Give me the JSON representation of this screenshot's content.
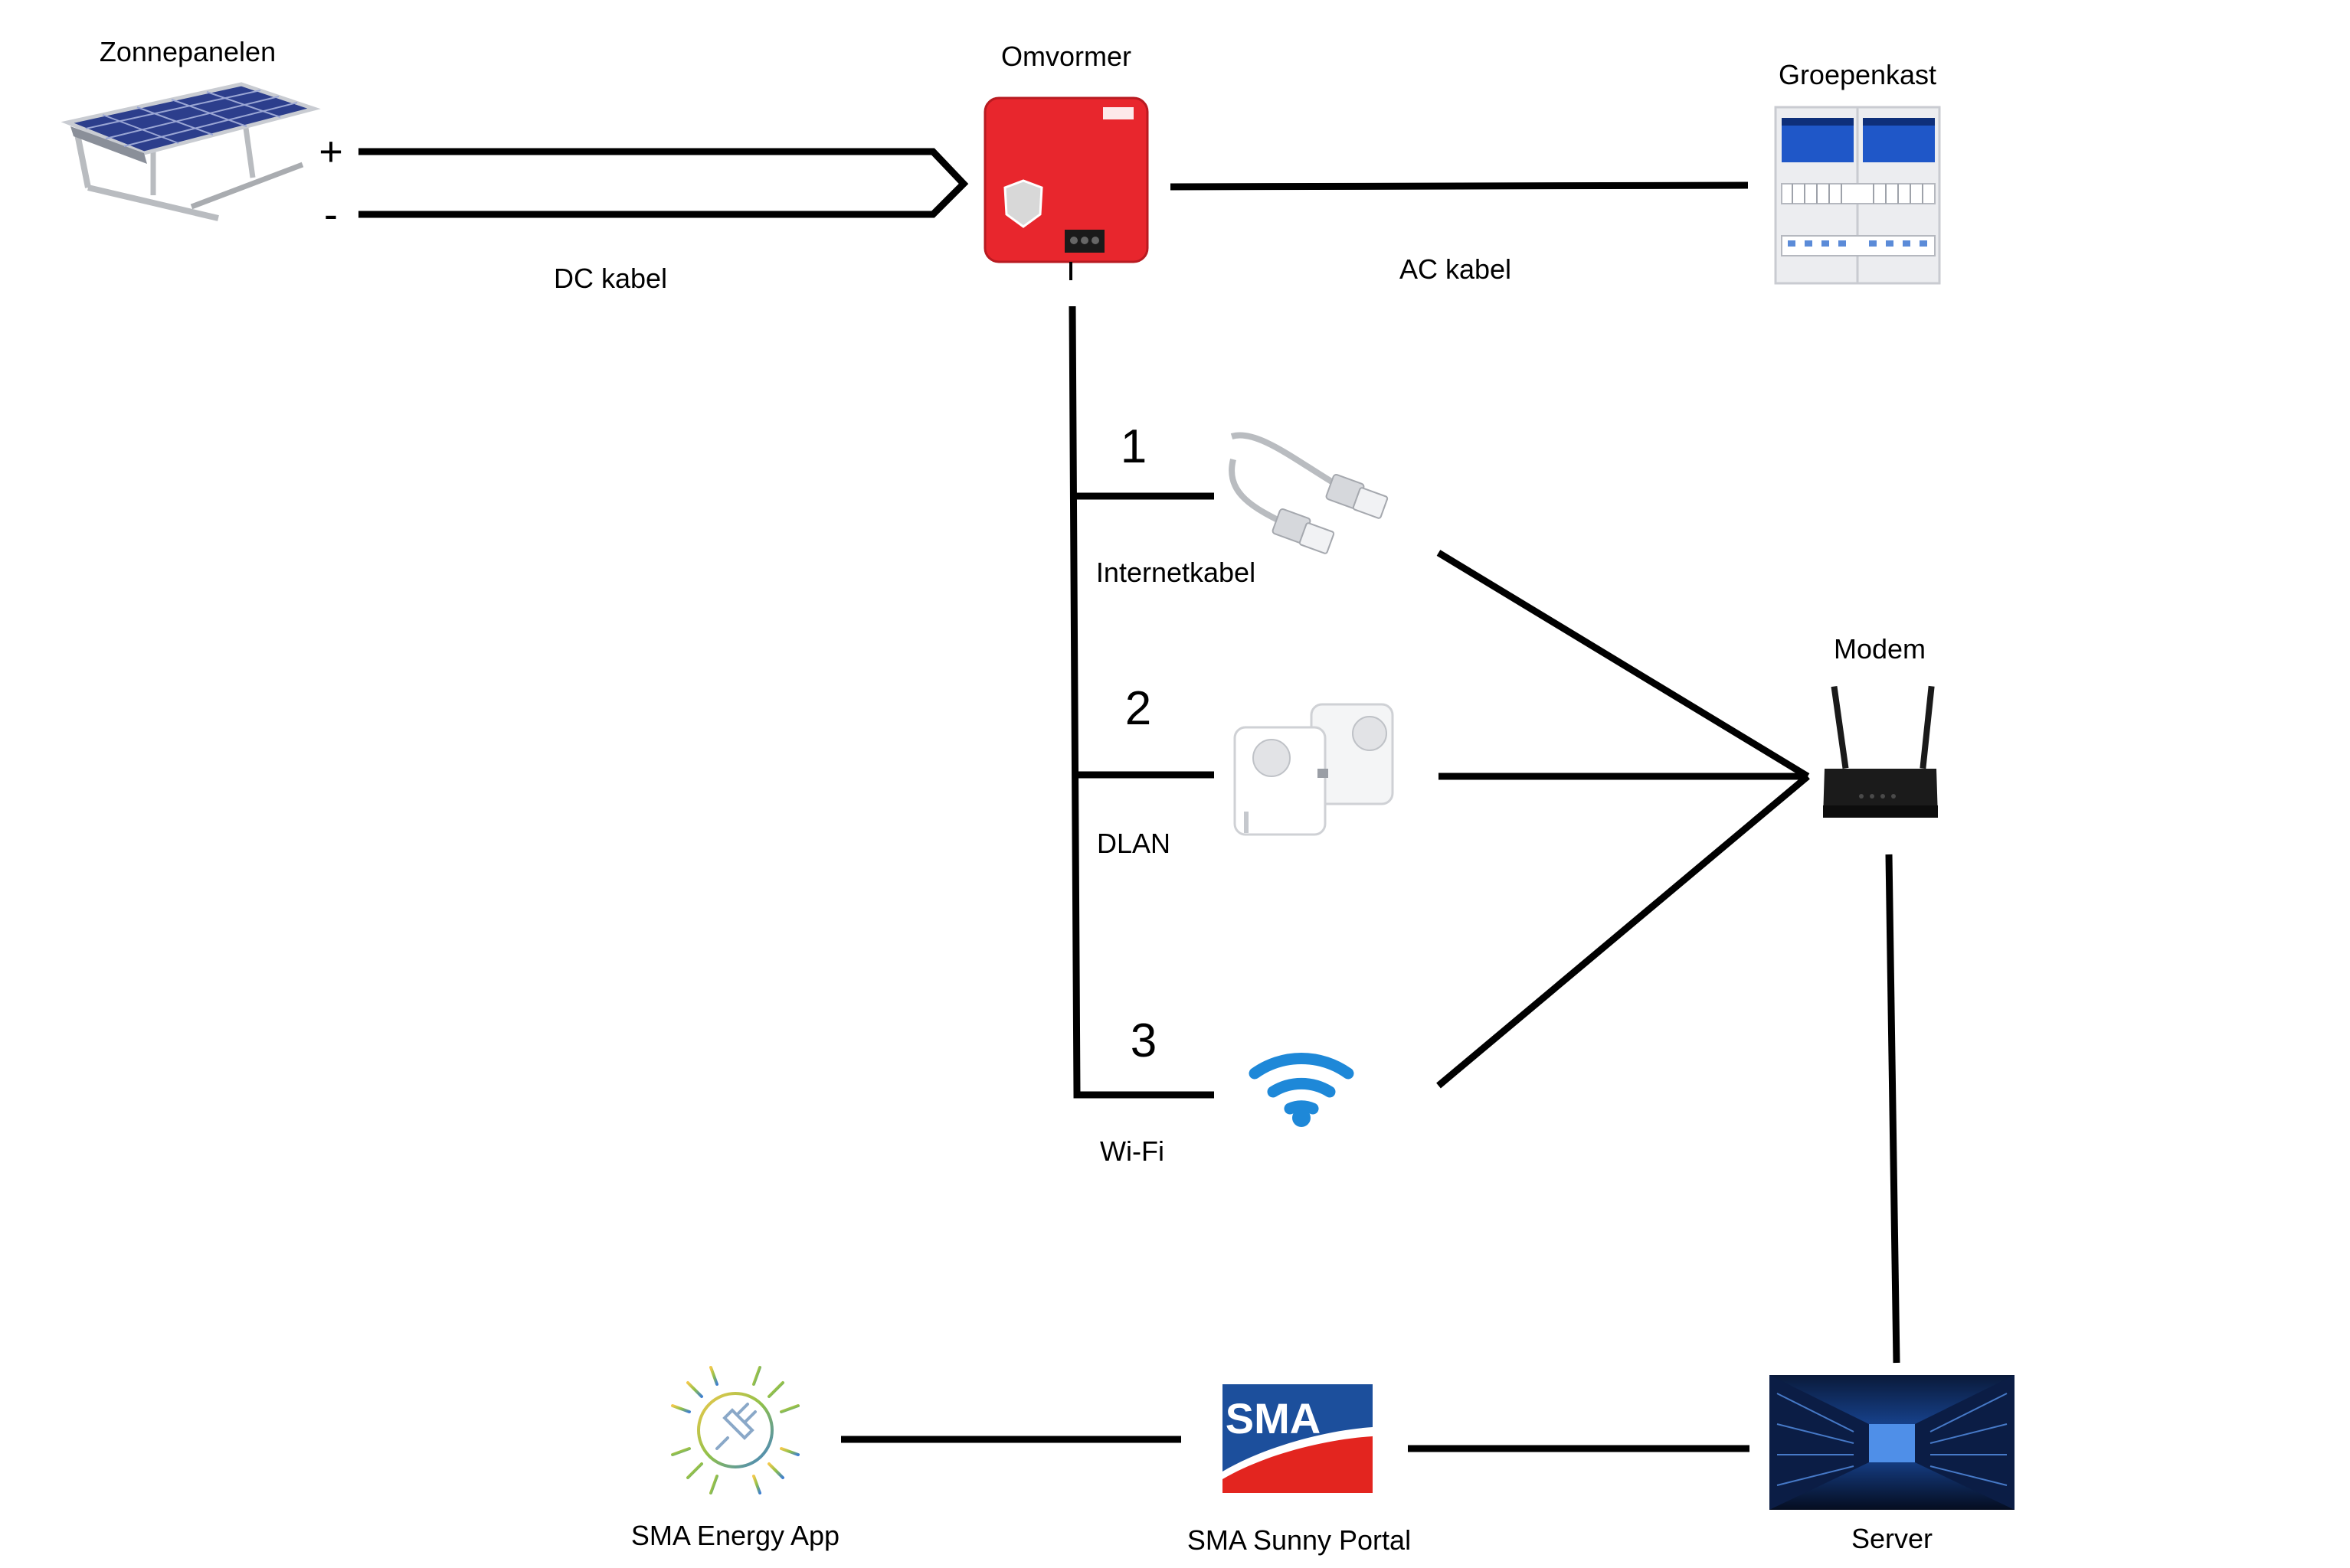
{
  "nodes": {
    "solar_panels": {
      "label": "Zonnepanelen",
      "plus": "+",
      "minus": "-"
    },
    "inverter": {
      "label": "Omvormer"
    },
    "distribution_board": {
      "label": "Groepenkast"
    },
    "modem": {
      "label": "Modem"
    },
    "server": {
      "label": "Server"
    },
    "sunny_portal": {
      "label": "SMA Sunny Portal",
      "logo_text": "SMA"
    },
    "energy_app": {
      "label": "SMA Energy App"
    }
  },
  "connections": {
    "dc": {
      "label": "DC kabel"
    },
    "ac": {
      "label": "AC kabel"
    },
    "options": [
      {
        "number": "1",
        "label": "Internetkabel"
      },
      {
        "number": "2",
        "label": "DLAN"
      },
      {
        "number": "3",
        "label": "Wi-Fi"
      }
    ]
  },
  "colors": {
    "line": "#000000",
    "inverter_red": "#e8262d",
    "sma_blue": "#1c4f9c",
    "sma_red": "#e3251f",
    "wifi_blue": "#1e88d8",
    "panel_blue": "#2c3e8c"
  }
}
